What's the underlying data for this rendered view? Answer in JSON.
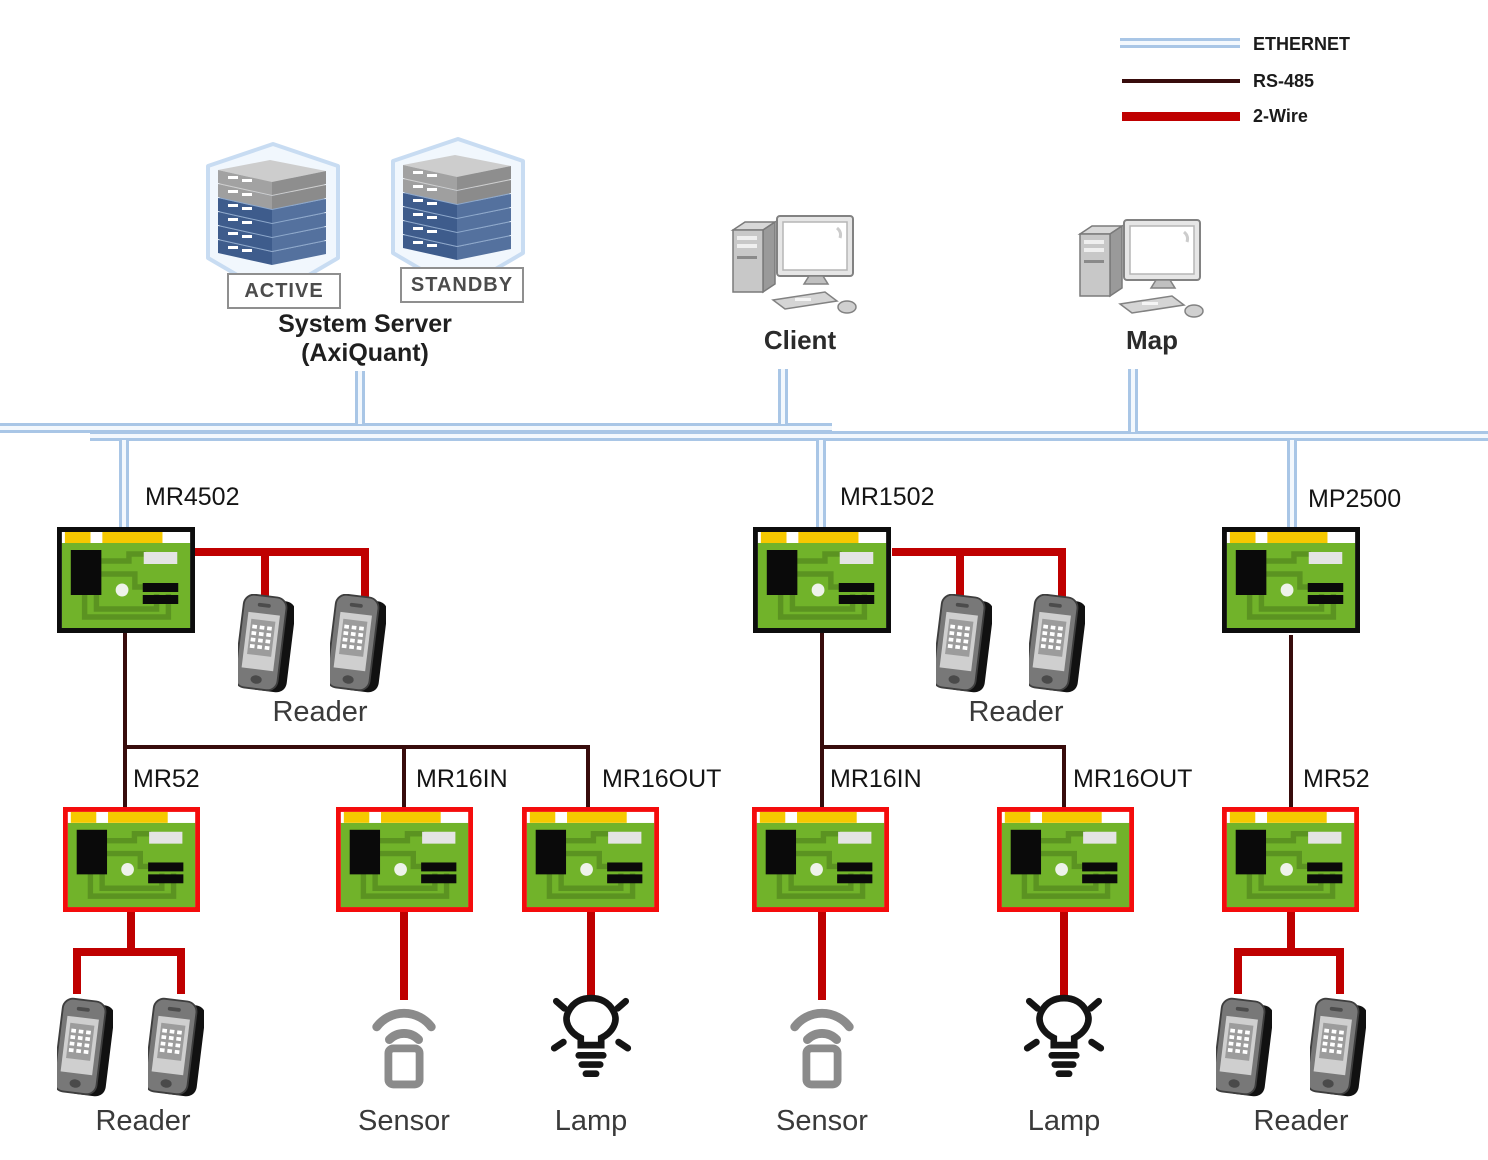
{
  "legend": {
    "ethernet_label": "ETHERNET",
    "rs485_label": "RS-485",
    "two_wire_label": "2-Wire"
  },
  "server_cluster": {
    "active_badge": "ACTIVE",
    "standby_badge": "STANDBY",
    "title_line1": "System Server",
    "title_line2": "(AxiQuant)"
  },
  "workstations": {
    "client_label": "Client",
    "map_label": "Map"
  },
  "controllers": {
    "left": "MR4502",
    "middle": "MR1502",
    "right": "MP2500"
  },
  "io_modules": {
    "left_mr52": "MR52",
    "left_mr16in": "MR16IN",
    "left_mr16out": "MR16OUT",
    "middle_mr16in": "MR16IN",
    "middle_mr16out": "MR16OUT",
    "right_mr52": "MR52"
  },
  "peripherals": {
    "reader_top_left": "Reader",
    "reader_top_middle": "Reader",
    "reader_bottom_left": "Reader",
    "reader_bottom_right": "Reader",
    "sensor_left": "Sensor",
    "sensor_middle": "Sensor",
    "lamp_left": "Lamp",
    "lamp_middle": "Lamp"
  },
  "connection_colors": {
    "ethernet": "#a9c6e6",
    "rs485": "#380c0c",
    "two_wire": "#bf0000"
  }
}
